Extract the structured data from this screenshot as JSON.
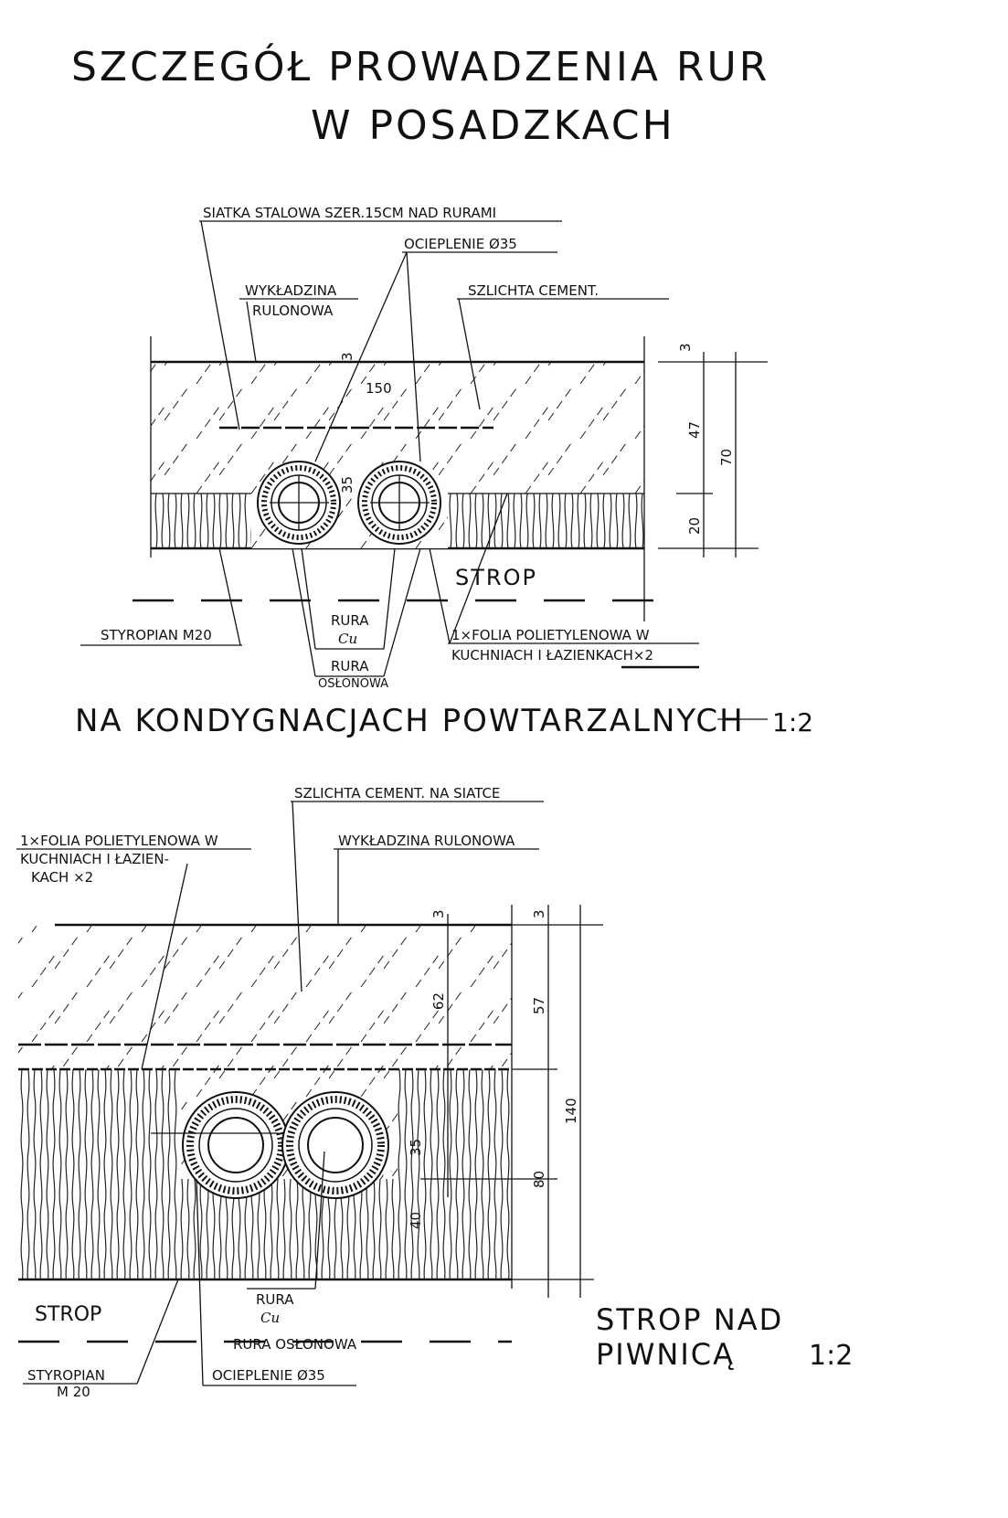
{
  "title": {
    "line1": "SZCZEGÓŁ PROWADZENIA RUR",
    "line2": "W POSADZKACH"
  },
  "section1": {
    "labels": {
      "mesh": "SIATKA STALOWA SZER.15CM NAD RURAMI",
      "insulation": "OCIEPLENIE Ø35",
      "carpet1": "WYKŁADZINA",
      "carpet2": "RULONOWA",
      "screed": "SZLICHTA CEMENT.",
      "slab": "STROP",
      "styrofoam": "STYROPIAN M20",
      "pipe_cu1": "RURA",
      "pipe_cu2": "Cu",
      "sleeve1": "RURA",
      "sleeve2": "OSŁONOWA",
      "foil1": "1×FOLIA POLIETYLENOWA W",
      "foil2": "KUCHNIACH I ŁAZIENKACH×2"
    },
    "dimensions": {
      "top": "3",
      "screed": "47",
      "total": "70",
      "insul": "20",
      "width": "150",
      "pipe": "35",
      "small": "3"
    },
    "caption": "NA KONDYGNACJACH POWTARZALNYCH",
    "scale": "1:2"
  },
  "section2": {
    "labels": {
      "screed": "SZLICHTA CEMENT. NA SIATCE",
      "foil1": "1×FOLIA POLIETYLENOWA W",
      "foil2": "KUCHNIACH I ŁAZIEN-",
      "foil3": "KACH ×2",
      "carpet": "WYKŁADZINA RULONOWA",
      "slab": "STROP",
      "styrofoam1": "STYROPIAN",
      "styrofoam2": "M 20",
      "pipe_cu1": "RURA",
      "pipe_cu2": "Cu",
      "sleeve": "RURA OSŁONOWA",
      "insulation": "OCIEPLENIE Ø35"
    },
    "dimensions": {
      "top1": "3",
      "top2": "3",
      "d62": "62",
      "d57": "57",
      "d140": "140",
      "d35": "35",
      "d80": "80",
      "d40": "40"
    },
    "caption1": "STROP NAD",
    "caption2": "PIWNICĄ",
    "scale": "1:2"
  }
}
